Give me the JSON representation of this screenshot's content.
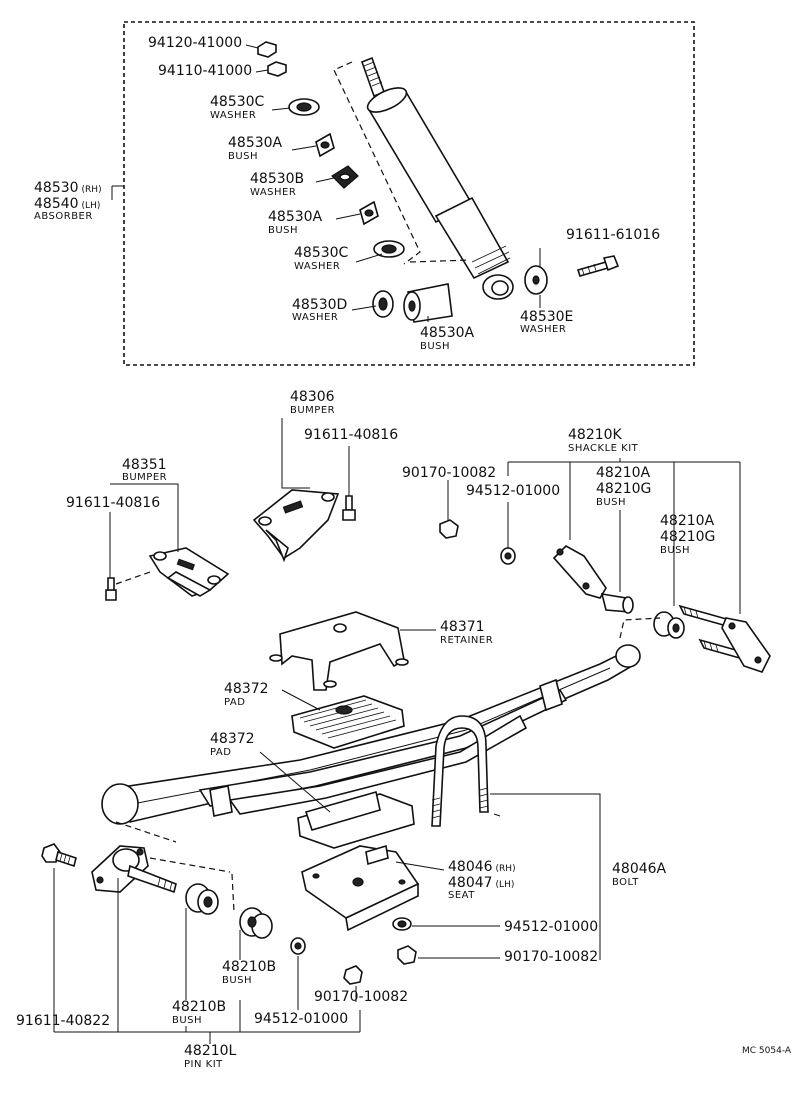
{
  "labels": {
    "nut_top_1": "94120-41000",
    "nut_top_2": "94110-41000",
    "washer_c_top": "48530C",
    "washer_c_top_desc": "WASHER",
    "bush_a_1": "48530A",
    "bush_a_1_desc": "BUSH",
    "washer_b": "48530B",
    "washer_b_desc": "WASHER",
    "bush_a_2": "48530A",
    "bush_a_2_desc": "BUSH",
    "washer_c_low": "48530C",
    "washer_c_low_desc": "WASHER",
    "washer_d": "48530D",
    "washer_d_desc": "WASHER",
    "bush_a_3": "48530A",
    "bush_a_3_desc": "BUSH",
    "bolt_abs": "91611-61016",
    "washer_e": "48530E",
    "washer_e_desc": "WASHER",
    "absorber_rh": "48530",
    "absorber_rh_sfx": "(RH)",
    "absorber_lh": "48540",
    "absorber_lh_sfx": "(LH)",
    "absorber_desc": "ABSORBER",
    "bumper_306": "48306",
    "bumper_306_desc": "BUMPER",
    "bolt_40816_a": "91611-40816",
    "bumper_351": "48351",
    "bumper_351_desc": "BUMPER",
    "bolt_40816_b": "91611-40816",
    "shackle_kit": "48210K",
    "shackle_kit_desc": "SHACKLE KIT",
    "nut_10082_a": "90170-10082",
    "washer_01000_a": "94512-01000",
    "bush_210a_1": "48210A",
    "bush_210g_1": "48210G",
    "bush_210_1_desc": "BUSH",
    "bush_210a_2": "48210A",
    "bush_210g_2": "48210G",
    "bush_210_2_desc": "BUSH",
    "retainer": "48371",
    "retainer_desc": "RETAINER",
    "pad_1": "48372",
    "pad_1_desc": "PAD",
    "pad_2": "48372",
    "pad_2_desc": "PAD",
    "seat_rh": "48046",
    "seat_rh_sfx": "(RH)",
    "seat_lh": "48047",
    "seat_lh_sfx": "(LH)",
    "seat_desc": "SEAT",
    "ubolt": "48046A",
    "ubolt_desc": "BOLT",
    "washer_01000_b": "94512-01000",
    "nut_10082_b": "90170-10082",
    "bush_210b_1": "48210B",
    "bush_210b_1_desc": "BUSH",
    "nut_10082_c": "90170-10082",
    "bush_210b_2": "48210B",
    "bush_210b_2_desc": "BUSH",
    "washer_01000_c": "94512-01000",
    "bolt_40822": "91611-40822",
    "pin_kit": "48210L",
    "pin_kit_desc": "PIN KIT",
    "drawing_code": "MC 5054-A"
  }
}
